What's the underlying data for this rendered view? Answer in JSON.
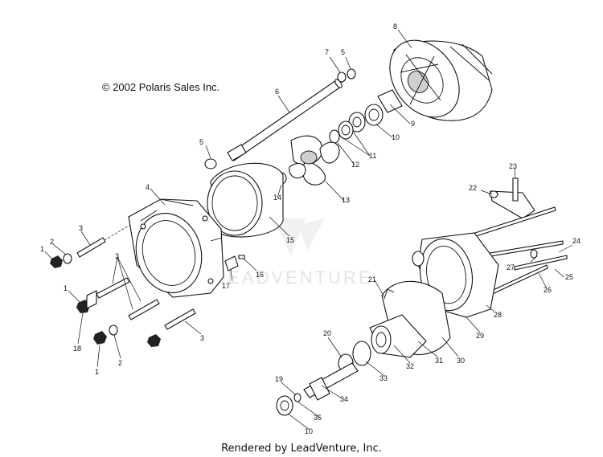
{
  "copyright": "© 2002 Polaris Sales Inc.",
  "footer": "Rendered by LeadVenture, Inc.",
  "watermark": "LEADVENTURE",
  "callouts": [
    {
      "id": "c8a",
      "text": "8"
    },
    {
      "id": "c7",
      "text": "7"
    },
    {
      "id": "c5a",
      "text": "5"
    },
    {
      "id": "c6",
      "text": "6"
    },
    {
      "id": "c9",
      "text": "9"
    },
    {
      "id": "c10a",
      "text": "10"
    },
    {
      "id": "c11",
      "text": "11"
    },
    {
      "id": "c12",
      "text": "12"
    },
    {
      "id": "c5b",
      "text": "5"
    },
    {
      "id": "c13",
      "text": "13"
    },
    {
      "id": "c14",
      "text": "14"
    },
    {
      "id": "c15",
      "text": "15"
    },
    {
      "id": "c4",
      "text": "4"
    },
    {
      "id": "c3a",
      "text": "3"
    },
    {
      "id": "c2a",
      "text": "2"
    },
    {
      "id": "c1a",
      "text": "1"
    },
    {
      "id": "c3b",
      "text": "3"
    },
    {
      "id": "c1b",
      "text": "1"
    },
    {
      "id": "c16",
      "text": "16"
    },
    {
      "id": "c17",
      "text": "17"
    },
    {
      "id": "c18",
      "text": "18"
    },
    {
      "id": "c2b",
      "text": "2"
    },
    {
      "id": "c1c",
      "text": "1"
    },
    {
      "id": "c3c",
      "text": "3"
    },
    {
      "id": "c23",
      "text": "23"
    },
    {
      "id": "c22",
      "text": "22"
    },
    {
      "id": "c24",
      "text": "24"
    },
    {
      "id": "c27",
      "text": "27"
    },
    {
      "id": "c25",
      "text": "25"
    },
    {
      "id": "c26",
      "text": "26"
    },
    {
      "id": "c21",
      "text": "21"
    },
    {
      "id": "c28",
      "text": "28"
    },
    {
      "id": "c29",
      "text": "29"
    },
    {
      "id": "c20",
      "text": "20"
    },
    {
      "id": "c31",
      "text": "31"
    },
    {
      "id": "c30",
      "text": "30"
    },
    {
      "id": "c32",
      "text": "32"
    },
    {
      "id": "c33",
      "text": "33"
    },
    {
      "id": "c19",
      "text": "19"
    },
    {
      "id": "c34",
      "text": "34"
    },
    {
      "id": "c35",
      "text": "35"
    },
    {
      "id": "c10b",
      "text": "10"
    }
  ]
}
